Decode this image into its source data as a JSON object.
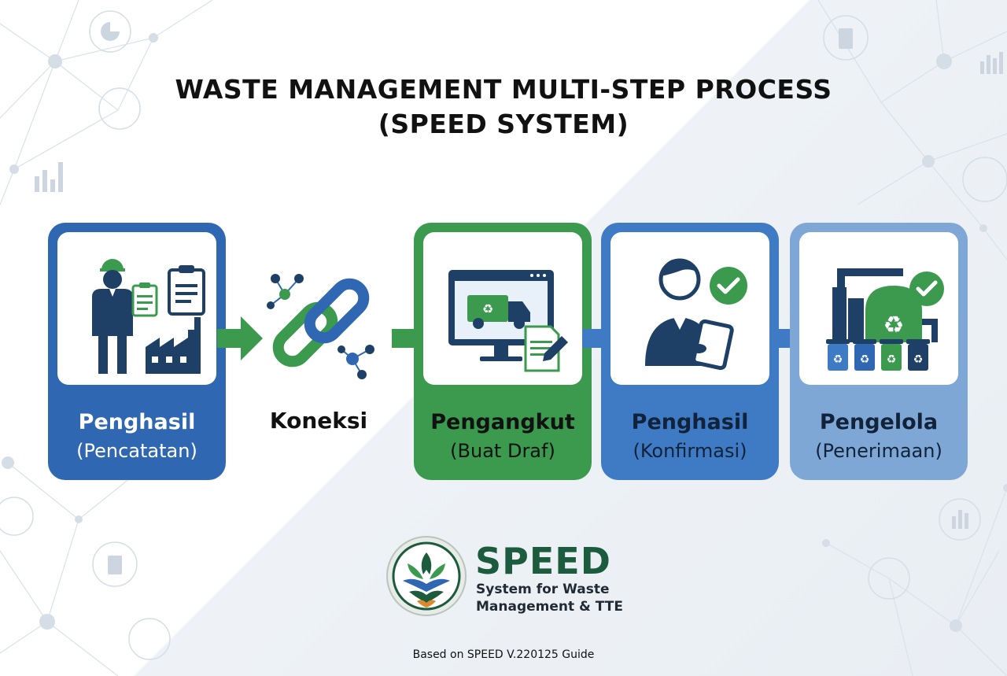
{
  "title": {
    "line1": "WASTE MANAGEMENT MULTI-STEP PROCESS",
    "line2": "(SPEED SYSTEM)"
  },
  "steps": [
    {
      "main": "Penghasil",
      "sub": "(Pencatatan)",
      "color": "#2f67b2"
    },
    {
      "main": "Koneksi",
      "sub": "",
      "color": "#3c9a4f"
    },
    {
      "main": "Pengangkut",
      "sub": "(Buat Draf)",
      "color": "#3c9a4f"
    },
    {
      "main": "Penghasil",
      "sub": "(Konfirmasi)",
      "color": "#3f7bc4"
    },
    {
      "main": "Pengelola",
      "sub": "(Penerimaan)",
      "color": "#7ea7d6"
    }
  ],
  "logo": {
    "name": "SPEED",
    "tagline_line1": "System for Waste",
    "tagline_line2": "Management & TTE"
  },
  "footer": "Based on SPEED V.220125 Guide",
  "colors": {
    "blue": "#2f67b2",
    "green": "#3c9a4f",
    "light_blue": "#7ea7d6",
    "navy": "#1e3f66",
    "logo_green": "#1c5b3d"
  },
  "icons": [
    "worker-icon",
    "clipboard-icon",
    "factory-icon",
    "chain-link-icon",
    "computer-truck-icon",
    "document-edit-icon",
    "person-tablet-icon",
    "checkmark-icon",
    "recycling-plant-icon",
    "recycle-bins-icon"
  ]
}
